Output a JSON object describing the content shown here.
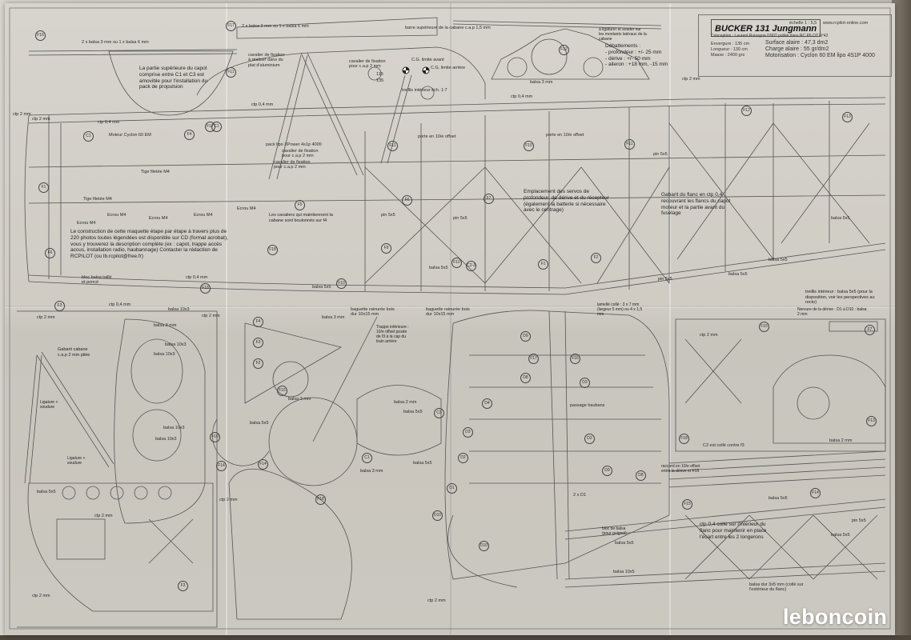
{
  "photo": {
    "subject": "Printed model aircraft plan sheet lying on a wooden floor",
    "watermark": "leboncoin"
  },
  "title_block": {
    "title": "BUCKER 131 Jungmann",
    "scale": "échelle 1 : 5,5",
    "website": "www.rcpilot-online.com",
    "conception": "Conception : Laurent Ruisayne 03/07 publié dans RC PILOT N°42",
    "specs_left": [
      {
        "label": "Envergure",
        "value": "135 cm"
      },
      {
        "label": "Longueur",
        "value": "130 cm"
      },
      {
        "label": "Masse",
        "value": "2400 grs"
      }
    ],
    "specs_right": [
      {
        "label": "Surface alaire",
        "value": "47,3 dm2"
      },
      {
        "label": "Charge alaire",
        "value": "55 gr/dm2"
      },
      {
        "label": "Motorisation",
        "value": "Cyclon 60 EM lipo 4S1P 4000"
      }
    ]
  },
  "debattements": {
    "heading": "Débattements :",
    "lines": [
      "- profondeur : +/- 25 mm",
      "- dérive : +/- 50 mm",
      "- aileron : +18 mm, -15 mm"
    ]
  },
  "notes": {
    "capot": "La partie supérieure du capot comprise entre C1 et C3 est amovible pour l'installation du pack de propulsion",
    "construction": "Le construction de cette maquette étape par étape à travers plus de 220 photos toutes légendées est disponible sur CD (format acrobat), vous y trouverez la description complète (ex : capot, trappe accès accus, installation radio, haubannage) Contacter la rédaction de RCPILOT (ou lb.rcpilot@free.fr)",
    "servos": "Emplacement des servos de profondeur, de dérive et du récepteur (également la batterie si nécessaire avec le centrage)",
    "gabarit_flanc": "Gabarit du flanc en ctp 0,4 recouvrant les flancs du capot moteur et la partie avant du fuselage",
    "treillis_inferieur": "treillis intérieur : balsa 5x5 (pour la disposition, voir les perspectives au recto)",
    "nervure_derive": "Nervure de la dérive : D1 à D10 : balsa 2 mm",
    "ctp_colle": "ctp 0,4 collé sur l'intérieur du flanc pour maintenir en place l'écart entre les 2 longerons",
    "cavaliers": "Les cavaliers qui maintiennent la cabane sont boulonnés sur f4",
    "trappe": "Trappe inférieure : 10/e offset posée de f3 à la cap du train arrière",
    "lamelle": "lamellé collé : 3 x 7 mm (largeur 5 mm) ou 4 x 1,5 mm",
    "raccord": "raccord en 10/e offset entre la dérive et F15",
    "ligature": "à ligaturer et souder sur les montants latéraux de la cabane",
    "bloc_balsa": "bloc de balsa (pour guignol)",
    "gabarit_cabane": "Gabarit cabane c.a.p 2 mm pliée",
    "ligature_soudure": "Ligature + soudure"
  },
  "labels": {
    "two_balsa": "2 x balsa 3 mm ou 1 x balsa 6 mm",
    "barre_sup": "barre supérieure de la cabane c.a.p 1,5 mm",
    "cg_avant": "C.G. limite avant",
    "cg_arriere": "C.G. limite arrière",
    "cavalier_alu": "cavalier de fixation à réaliser dans du plat d'aluminium",
    "cavalier_cap": "cavalier de fixation pour c.a.p 2 mm",
    "pack": "pack lipo XPower 4s1p 4000",
    "moteur": "Moteur Cyclon 60 EM",
    "tige": "Tige filetée M4",
    "ecrou": "Ecrou M4",
    "balsa3": "balsa 3 mm",
    "balsa2": "balsa 2 mm",
    "balsa5x5": "balsa 5x5",
    "balsa10x3": "balsa 10x3",
    "balsa10x5": "balsa 10x5",
    "ctp2": "ctp 2 mm",
    "ctp04": "ctp 0,4 mm",
    "pin5x5": "pin 5x5",
    "porte10": "porte en 10/e offset",
    "passage": "passage haubans",
    "baguette": "baguette rainurée bois dur 10x15 mm",
    "bloc_taille": "bloc balsa taillé et poncé",
    "treillis_ech": "treillis intérieur éch. 1:7",
    "c2_colle": "C2 est collé contre f3",
    "balsa_3x5": "balsa dur 3x5 mm (collé sur l'extérieur du flanc)",
    "dim_115": "115",
    "dim_135": "135",
    "two_d1": "2 x D1"
  },
  "part_numbers": [
    "F1",
    "F2",
    "F3",
    "F4",
    "F5",
    "F6",
    "F7",
    "F8",
    "F9",
    "F10",
    "F11",
    "F12",
    "F13",
    "F14",
    "F15",
    "F16",
    "F17",
    "F18",
    "C1",
    "C2",
    "C3",
    "D1",
    "D2",
    "D3",
    "D4",
    "D5",
    "D6",
    "D7",
    "D8",
    "D9",
    "D10",
    "E1",
    "2x F2",
    "C2-3"
  ]
}
